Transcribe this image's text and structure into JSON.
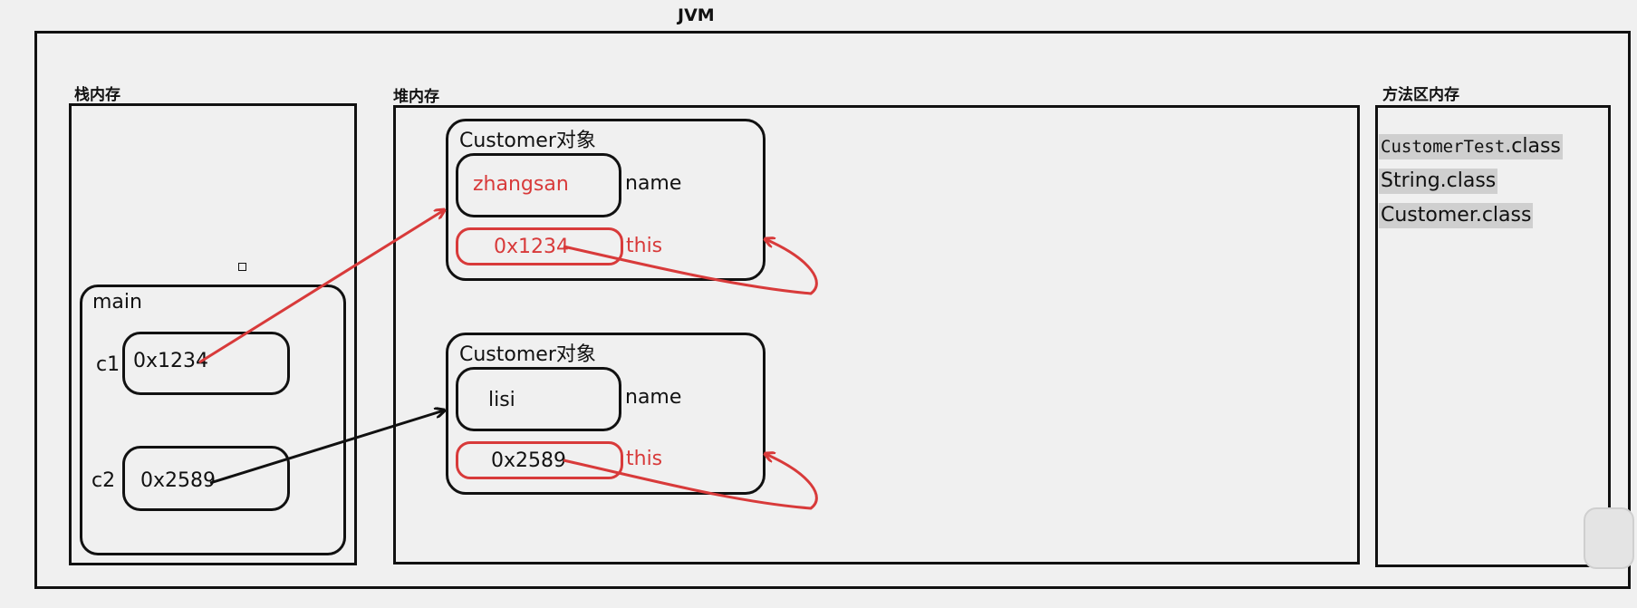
{
  "title": "JVM",
  "stack": {
    "label": "栈内存",
    "frame": "main",
    "vars": [
      {
        "name": "c1",
        "value": "0x1234"
      },
      {
        "name": "c2",
        "value": "0x2589"
      }
    ]
  },
  "heap": {
    "label": "堆内存",
    "objects": [
      {
        "title": "Customer对象",
        "field_value": "zhangsan",
        "field_name": "name",
        "this_value": "0x1234",
        "this_label": "this"
      },
      {
        "title": "Customer对象",
        "field_value": "lisi",
        "field_name": "name",
        "this_value": "0x2589",
        "this_label": "this"
      }
    ]
  },
  "method_area": {
    "label": "方法区内存",
    "class_prefix": "CustomerTest",
    "class_suffix": ".class",
    "classes": [
      "String.class",
      "Customer.class"
    ]
  },
  "colors": {
    "reference_arrow_1": "#d83a3a",
    "reference_arrow_2": "#111111",
    "this_loop": "#d83a3a"
  }
}
